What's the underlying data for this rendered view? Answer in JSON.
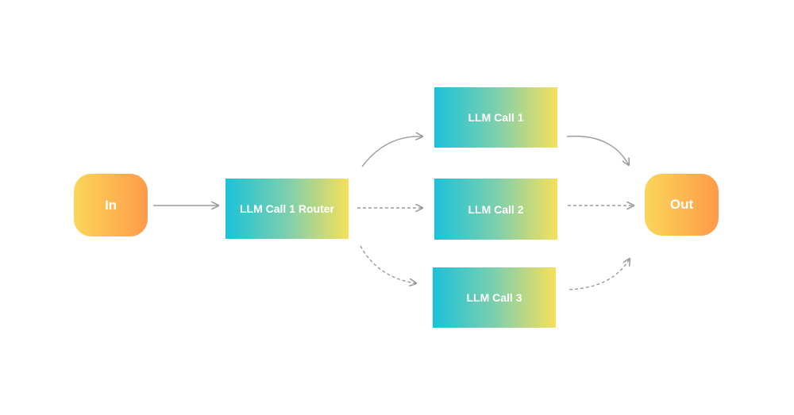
{
  "nodes": {
    "input": "In",
    "router": "LLM Call 1 Router",
    "call1": "LLM Call 1",
    "call2": "LLM Call 2",
    "call3": "LLM Call 3",
    "output": "Out"
  },
  "colors": {
    "pill_start": "#fbd65a",
    "pill_end": "#ff9a4a",
    "box_start": "#1bc2d9",
    "box_end": "#f6e05a",
    "arrow": "#9b9b9b"
  },
  "edges": [
    {
      "from": "In",
      "to": "LLM Call 1 Router",
      "style": "solid"
    },
    {
      "from": "LLM Call 1 Router",
      "to": "LLM Call 1",
      "style": "solid"
    },
    {
      "from": "LLM Call 1 Router",
      "to": "LLM Call 2",
      "style": "dashed"
    },
    {
      "from": "LLM Call 1 Router",
      "to": "LLM Call 3",
      "style": "dashed"
    },
    {
      "from": "LLM Call 1",
      "to": "Out",
      "style": "solid"
    },
    {
      "from": "LLM Call 2",
      "to": "Out",
      "style": "dashed"
    },
    {
      "from": "LLM Call 3",
      "to": "Out",
      "style": "dashed"
    }
  ]
}
